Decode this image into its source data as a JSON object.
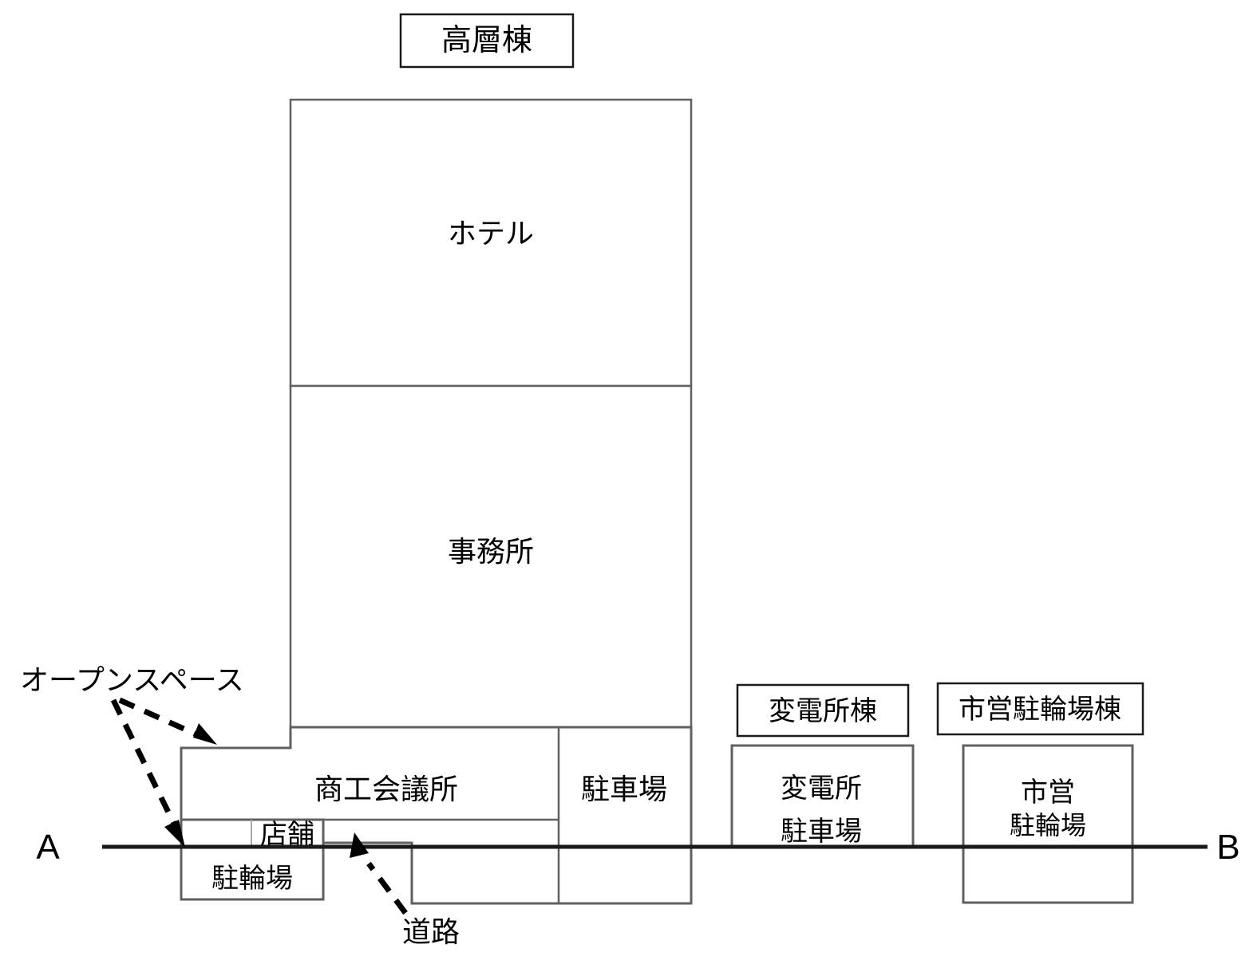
{
  "diagram": {
    "type": "architectural-section",
    "title_label": "高層棟",
    "ground_line": {
      "left_marker": "A",
      "right_marker": "B"
    },
    "callout_boxes": [
      {
        "id": "tower",
        "label": "高層棟"
      },
      {
        "id": "substation",
        "label": "変電所棟"
      },
      {
        "id": "municipal-bicycle",
        "label": "市営駐輪場棟"
      }
    ],
    "rooms": [
      {
        "id": "hotel",
        "label": "ホテル"
      },
      {
        "id": "office",
        "label": "事務所"
      },
      {
        "id": "chamber-of-commerce",
        "label": "商工会議所"
      },
      {
        "id": "parking",
        "label": "駐車場"
      },
      {
        "id": "shop",
        "label": "店舗"
      },
      {
        "id": "bicycle-parking",
        "label": "駐輪場"
      },
      {
        "id": "substation-line1",
        "label": "変電所"
      },
      {
        "id": "substation-line2",
        "label": "駐車場"
      },
      {
        "id": "municipal-line1",
        "label": "市営"
      },
      {
        "id": "municipal-line2",
        "label": "駐輪場"
      }
    ],
    "annotations": [
      {
        "id": "open-space",
        "label": "オープンスペース"
      },
      {
        "id": "road",
        "label": "道路"
      }
    ],
    "colors": {
      "outline": "#606060",
      "ground": "#1a1a1a",
      "text": "#000000",
      "box_border": "#1a1a1a",
      "background": "#ffffff"
    }
  }
}
